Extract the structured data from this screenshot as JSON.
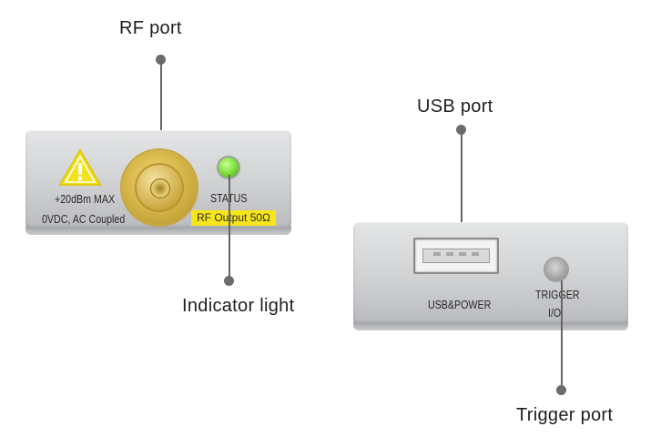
{
  "callouts": {
    "rf_port": "RF port",
    "indicator_light": "Indicator light",
    "usb_port": "USB port",
    "trigger_port": "Trigger port"
  },
  "left_panel": {
    "max_power": "+20dBm MAX",
    "coupling": "0VDC, AC Coupled",
    "status": "STATUS",
    "rf_output": "RF Output 50Ω"
  },
  "right_panel": {
    "usb_label": "USB&POWER",
    "trigger_line1": "TRIGGER",
    "trigger_line2": "I/O"
  },
  "colors": {
    "led_green": "#7ee03a",
    "sma_gold": "#d8b84a",
    "label_yellow": "#f5e51a",
    "warning_yellow": "#f3e21c"
  },
  "icons": {
    "warning": "warning-triangle-icon"
  }
}
